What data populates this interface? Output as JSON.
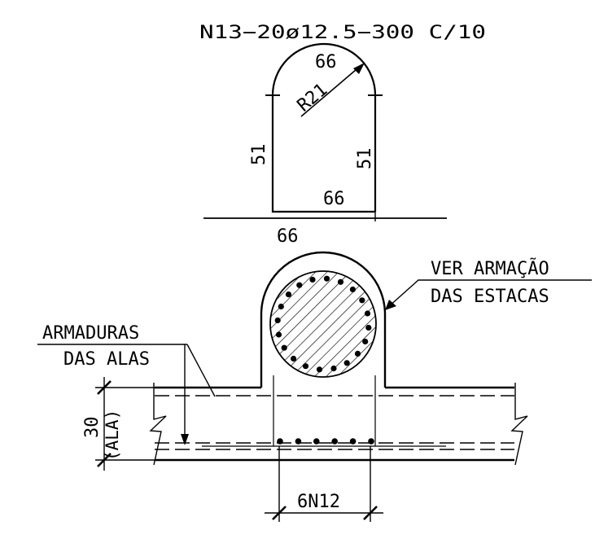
{
  "bar_schedule": {
    "title": "N13−20ø12.5−300 C/10",
    "top_length": "66",
    "radius": "R21",
    "left_length": "51",
    "right_length": "51",
    "bottom_length_inner": "66",
    "bottom_length_outer": "66"
  },
  "section": {
    "note_pile_line1": "VER ARMAÇÃO",
    "note_pile_line2": "DAS ESTACAS",
    "note_wing_line1": "ARMADURAS",
    "note_wing_line2": "DAS ALAS",
    "thickness_value": "30",
    "thickness_note": "(ALA)",
    "bottom_bars": "6N12"
  },
  "colors": {
    "ink": "#000000",
    "background": "#ffffff"
  }
}
